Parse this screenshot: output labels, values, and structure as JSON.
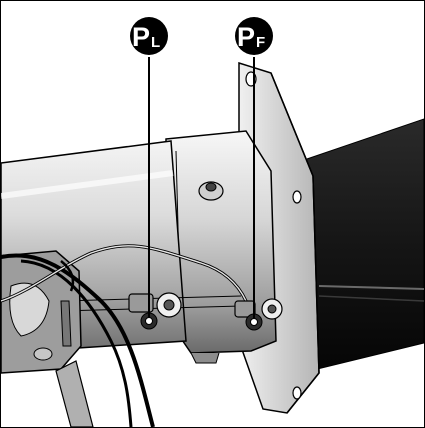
{
  "callouts": {
    "left": {
      "letter": "P",
      "subscript": "L"
    },
    "right": {
      "letter": "P",
      "subscript": "F"
    }
  },
  "colors": {
    "outline": "#000000",
    "metal_light": "#e8e8e8",
    "metal_mid": "#b8b8b8",
    "metal_dark": "#7a7a7a",
    "motor_black": "#111111",
    "background": "#ffffff"
  }
}
